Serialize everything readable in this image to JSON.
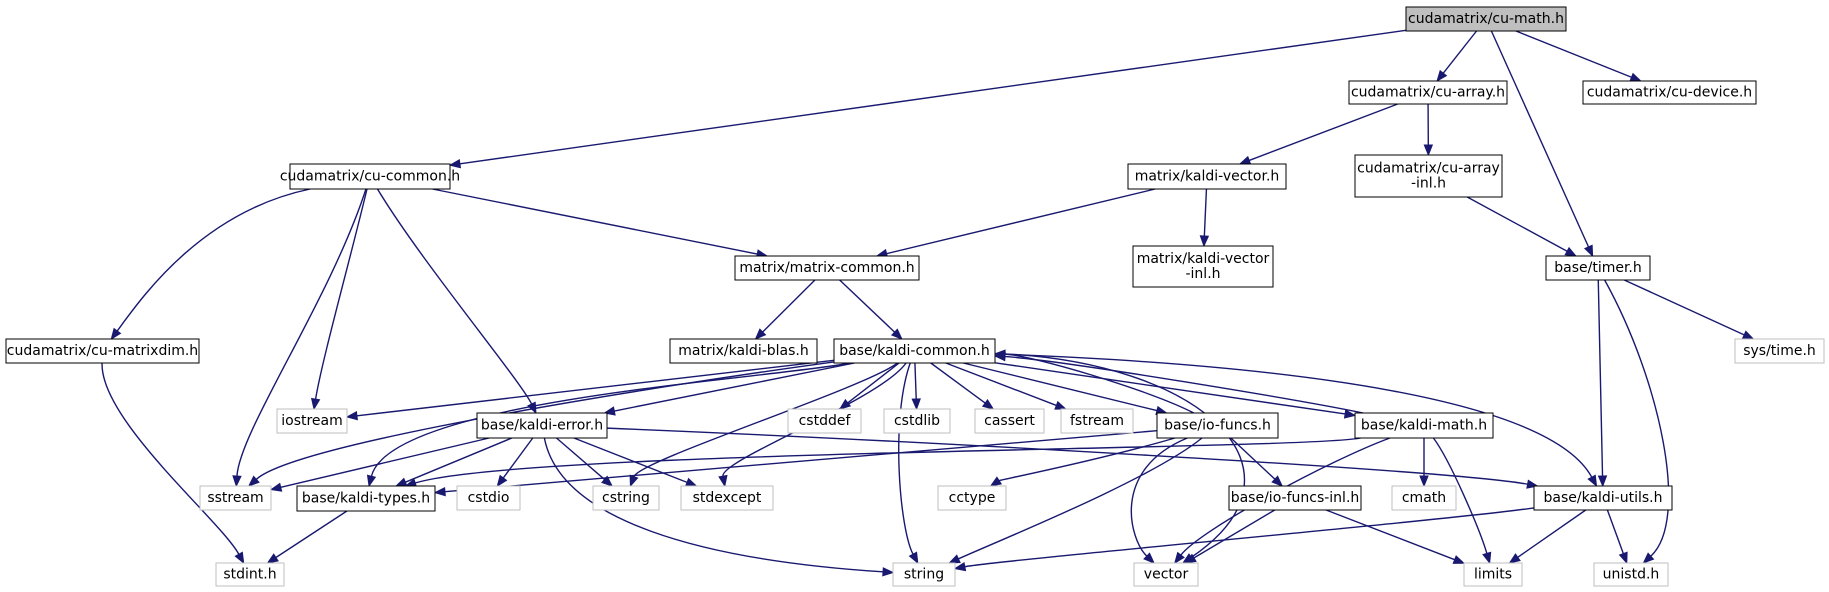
{
  "diagram": {
    "title": "cudamatrix/cu-math.h",
    "colors": {
      "edge": "#191970",
      "root_fill": "#bfbfbf",
      "node_fill": "#ffffff",
      "node_border": "#000000",
      "external_border": "#bfbfbf",
      "text": "#000000"
    },
    "nodes": [
      {
        "id": "cu_math",
        "lines": [
          "cudamatrix/cu-math.h"
        ],
        "kind": "root"
      },
      {
        "id": "cu_array",
        "lines": [
          "cudamatrix/cu-array.h"
        ],
        "kind": "local"
      },
      {
        "id": "cu_device",
        "lines": [
          "cudamatrix/cu-device.h"
        ],
        "kind": "local"
      },
      {
        "id": "cu_common",
        "lines": [
          "cudamatrix/cu-common.h"
        ],
        "kind": "local"
      },
      {
        "id": "kaldi_vector",
        "lines": [
          "matrix/kaldi-vector.h"
        ],
        "kind": "local"
      },
      {
        "id": "cu_array_inl",
        "lines": [
          "cudamatrix/cu-array",
          "-inl.h"
        ],
        "kind": "local"
      },
      {
        "id": "matrix_common",
        "lines": [
          "matrix/matrix-common.h"
        ],
        "kind": "local"
      },
      {
        "id": "kaldi_vector_inl",
        "lines": [
          "matrix/kaldi-vector",
          "-inl.h"
        ],
        "kind": "local"
      },
      {
        "id": "timer",
        "lines": [
          "base/timer.h"
        ],
        "kind": "local"
      },
      {
        "id": "cu_matrixdim",
        "lines": [
          "cudamatrix/cu-matrixdim.h"
        ],
        "kind": "local"
      },
      {
        "id": "kaldi_blas",
        "lines": [
          "matrix/kaldi-blas.h"
        ],
        "kind": "local"
      },
      {
        "id": "kaldi_common",
        "lines": [
          "base/kaldi-common.h"
        ],
        "kind": "local"
      },
      {
        "id": "sys_time",
        "lines": [
          "sys/time.h"
        ],
        "kind": "external"
      },
      {
        "id": "iostream",
        "lines": [
          "iostream"
        ],
        "kind": "external"
      },
      {
        "id": "kaldi_error",
        "lines": [
          "base/kaldi-error.h"
        ],
        "kind": "local"
      },
      {
        "id": "cstddef",
        "lines": [
          "cstddef"
        ],
        "kind": "external"
      },
      {
        "id": "cstdlib",
        "lines": [
          "cstdlib"
        ],
        "kind": "external"
      },
      {
        "id": "cassert",
        "lines": [
          "cassert"
        ],
        "kind": "external"
      },
      {
        "id": "fstream",
        "lines": [
          "fstream"
        ],
        "kind": "external"
      },
      {
        "id": "io_funcs",
        "lines": [
          "base/io-funcs.h"
        ],
        "kind": "local"
      },
      {
        "id": "kaldi_math",
        "lines": [
          "base/kaldi-math.h"
        ],
        "kind": "local"
      },
      {
        "id": "sstream",
        "lines": [
          "sstream"
        ],
        "kind": "external"
      },
      {
        "id": "kaldi_types",
        "lines": [
          "base/kaldi-types.h"
        ],
        "kind": "local"
      },
      {
        "id": "cstdio",
        "lines": [
          "cstdio"
        ],
        "kind": "external"
      },
      {
        "id": "cstring",
        "lines": [
          "cstring"
        ],
        "kind": "external"
      },
      {
        "id": "stdexcept",
        "lines": [
          "stdexcept"
        ],
        "kind": "external"
      },
      {
        "id": "cctype",
        "lines": [
          "cctype"
        ],
        "kind": "external"
      },
      {
        "id": "io_funcs_inl",
        "lines": [
          "base/io-funcs-inl.h"
        ],
        "kind": "local"
      },
      {
        "id": "cmath",
        "lines": [
          "cmath"
        ],
        "kind": "external"
      },
      {
        "id": "kaldi_utils",
        "lines": [
          "base/kaldi-utils.h"
        ],
        "kind": "local"
      },
      {
        "id": "stdint",
        "lines": [
          "stdint.h"
        ],
        "kind": "external"
      },
      {
        "id": "string",
        "lines": [
          "string"
        ],
        "kind": "external"
      },
      {
        "id": "vector",
        "lines": [
          "vector"
        ],
        "kind": "external"
      },
      {
        "id": "limits",
        "lines": [
          "limits"
        ],
        "kind": "external"
      },
      {
        "id": "unistd",
        "lines": [
          "unistd.h"
        ],
        "kind": "external"
      }
    ],
    "edges": [
      [
        "cu_math",
        "cu_common"
      ],
      [
        "cu_math",
        "cu_array"
      ],
      [
        "cu_math",
        "timer"
      ],
      [
        "cu_math",
        "cu_device"
      ],
      [
        "cu_array",
        "kaldi_vector"
      ],
      [
        "cu_array",
        "cu_array_inl"
      ],
      [
        "cu_array_inl",
        "timer"
      ],
      [
        "kaldi_vector",
        "matrix_common"
      ],
      [
        "kaldi_vector",
        "kaldi_vector_inl"
      ],
      [
        "cu_common",
        "cu_matrixdim"
      ],
      [
        "cu_common",
        "sstream"
      ],
      [
        "cu_common",
        "iostream"
      ],
      [
        "cu_common",
        "kaldi_error"
      ],
      [
        "cu_common",
        "matrix_common"
      ],
      [
        "matrix_common",
        "kaldi_blas"
      ],
      [
        "matrix_common",
        "kaldi_common"
      ],
      [
        "timer",
        "sys_time"
      ],
      [
        "timer",
        "kaldi_utils"
      ],
      [
        "timer",
        "unistd"
      ],
      [
        "cu_matrixdim",
        "stdint"
      ],
      [
        "kaldi_common",
        "iostream"
      ],
      [
        "kaldi_common",
        "sstream"
      ],
      [
        "kaldi_common",
        "kaldi_types"
      ],
      [
        "kaldi_common",
        "kaldi_error"
      ],
      [
        "kaldi_common",
        "cstring"
      ],
      [
        "kaldi_common",
        "stdexcept"
      ],
      [
        "kaldi_common",
        "string"
      ],
      [
        "kaldi_common",
        "cstddef"
      ],
      [
        "kaldi_common",
        "cstdlib"
      ],
      [
        "kaldi_common",
        "cassert"
      ],
      [
        "kaldi_common",
        "fstream"
      ],
      [
        "kaldi_common",
        "io_funcs"
      ],
      [
        "kaldi_common",
        "kaldi_math"
      ],
      [
        "kaldi_common",
        "vector"
      ],
      [
        "kaldi_common",
        "kaldi_utils"
      ],
      [
        "io_funcs",
        "kaldi_common"
      ],
      [
        "kaldi_math",
        "kaldi_common"
      ],
      [
        "kaldi_error",
        "sstream"
      ],
      [
        "kaldi_error",
        "kaldi_types"
      ],
      [
        "kaldi_error",
        "cstdio"
      ],
      [
        "kaldi_error",
        "cstring"
      ],
      [
        "kaldi_error",
        "stdexcept"
      ],
      [
        "kaldi_error",
        "string"
      ],
      [
        "kaldi_error",
        "kaldi_utils"
      ],
      [
        "io_funcs",
        "kaldi_types"
      ],
      [
        "io_funcs",
        "cctype"
      ],
      [
        "io_funcs",
        "string"
      ],
      [
        "io_funcs",
        "vector"
      ],
      [
        "io_funcs",
        "io_funcs_inl"
      ],
      [
        "kaldi_math",
        "kaldi_types"
      ],
      [
        "kaldi_math",
        "cmath"
      ],
      [
        "kaldi_math",
        "limits"
      ],
      [
        "kaldi_math",
        "vector"
      ],
      [
        "kaldi_types",
        "stdint"
      ],
      [
        "io_funcs_inl",
        "vector"
      ],
      [
        "io_funcs_inl",
        "limits"
      ],
      [
        "kaldi_utils",
        "string"
      ],
      [
        "kaldi_utils",
        "limits"
      ],
      [
        "kaldi_utils",
        "unistd"
      ]
    ]
  }
}
